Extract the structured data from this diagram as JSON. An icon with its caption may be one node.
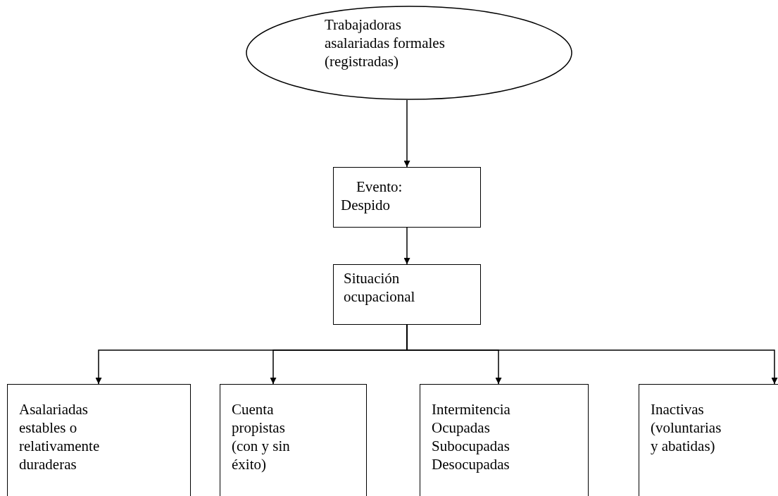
{
  "diagram": {
    "nodes": [
      {
        "text": [
          "Trabajadoras asalariadas formales (registradas)"
        ]
      },
      {
        "text": [
          "Evento: Despido"
        ]
      },
      {
        "text": [
          "Situación ocupacional"
        ]
      },
      {
        "text": [
          "Asalariadas estables o relativamente duraderas"
        ]
      },
      {
        "text": [
          "Cuenta propistas (con y sin éxito)"
        ]
      },
      {
        "text": [
          "Intermitencia Ocupadas Subocupadas Desocupadas"
        ]
      },
      {
        "text": [
          "Inactivas (voluntarias y abatidas)"
        ]
      }
    ],
    "edges": [
      {
        "from": 0,
        "to": 1,
        "arrow": "to"
      },
      {
        "from": 1,
        "to": 2,
        "arrow": "to"
      },
      {
        "from": 2,
        "to": 3,
        "arrow": "to"
      },
      {
        "from": 2,
        "to": 4,
        "arrow": "to"
      },
      {
        "from": 2,
        "to": 5,
        "arrow": "to"
      },
      {
        "from": 2,
        "to": 6,
        "arrow": "to"
      }
    ]
  }
}
